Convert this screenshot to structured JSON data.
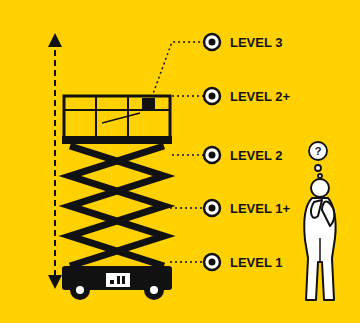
{
  "diagram": {
    "labels": [
      "LEVEL 3",
      "LEVEL 2+",
      "LEVEL 2",
      "LEVEL 1+",
      "LEVEL 1",
      "?"
    ]
  }
}
